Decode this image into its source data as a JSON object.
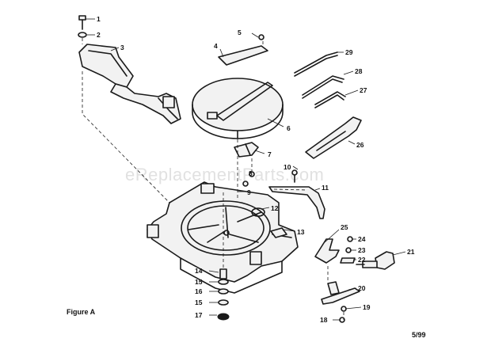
{
  "figure": {
    "caption": "Figure A",
    "date_code": "5/99",
    "watermark": "eReplacementParts.com"
  },
  "callouts": [
    "1",
    "2",
    "3",
    "4",
    "5",
    "6",
    "7",
    "8",
    "9",
    "10",
    "11",
    "12",
    "13",
    "14",
    "15",
    "16",
    "15",
    "17",
    "18",
    "19",
    "20",
    "21",
    "22",
    "23",
    "24",
    "25",
    "26",
    "27",
    "28",
    "29"
  ],
  "colors": {
    "ink": "#1a1a1a",
    "paper": "#ffffff",
    "watermark": "#c9c9c9"
  }
}
